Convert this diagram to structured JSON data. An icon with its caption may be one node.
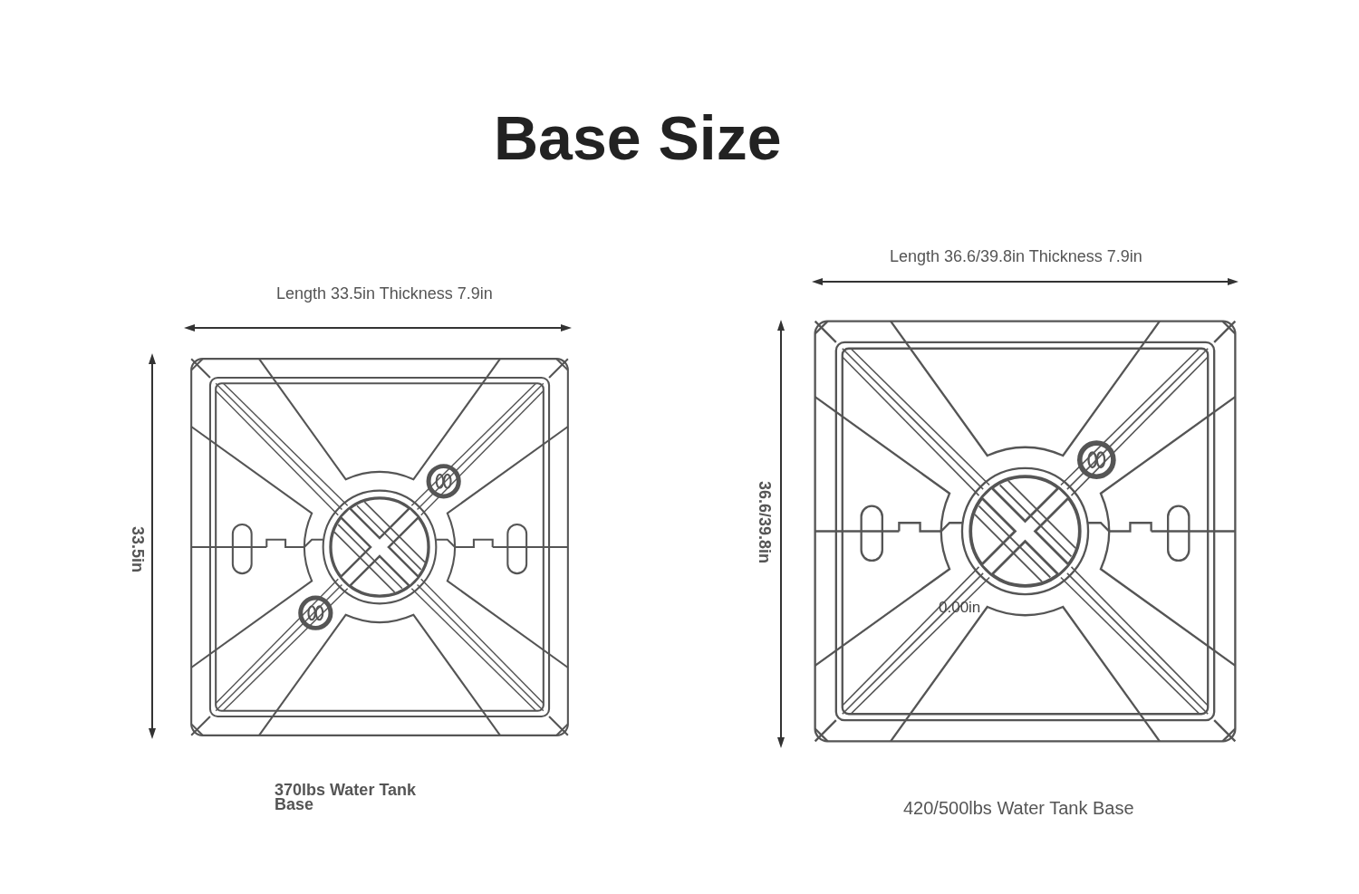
{
  "diagram": {
    "title": "Base Size",
    "labels": [
      "Length 33.5in Thickness 7.9in",
      "33.5in",
      "370lbs Water Tank Base",
      "Length 36.6/39.8in Thickness 7.9in",
      "36.6/39.8in",
      "0.00in",
      "420/500lbs Water Tank Base"
    ]
  }
}
